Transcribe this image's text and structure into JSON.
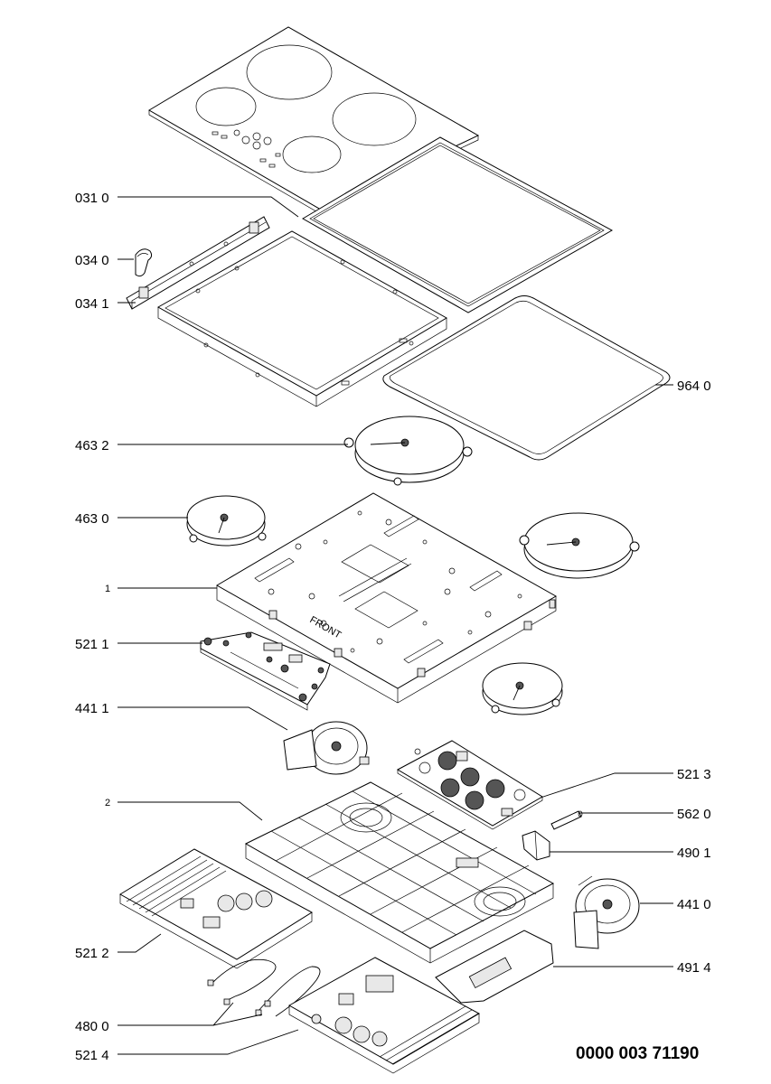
{
  "labels": {
    "l0310": "031 0",
    "l0340": "034 0",
    "l0341": "034 1",
    "l9640": "964 0",
    "l4632": "463 2",
    "l4630": "463 0",
    "l1": "1",
    "l5211": "521 1",
    "l4411": "441 1",
    "l5213": "521 3",
    "l2": "2",
    "l5620": "562 0",
    "l4901": "490 1",
    "l4410": "441 0",
    "l5212": "521 2",
    "l4914": "491 4",
    "l4800": "480 0",
    "l5214": "521 4"
  },
  "document_number": "0000 003 71190",
  "front_marking": "FRONT"
}
